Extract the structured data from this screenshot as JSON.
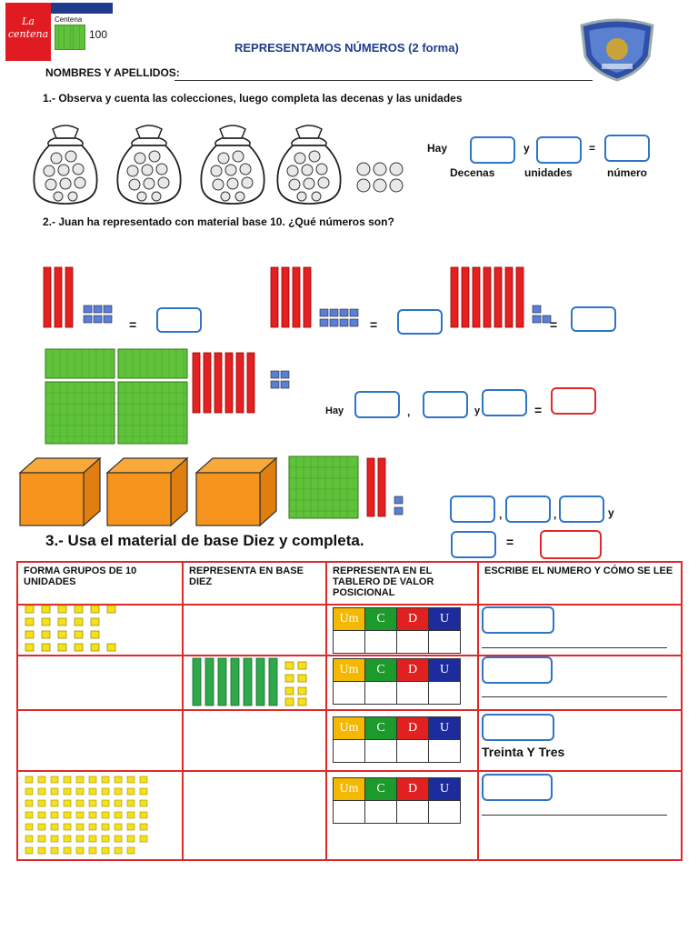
{
  "logo": {
    "line1": "La",
    "line2": "centena",
    "card_label": "Centena",
    "card_value": "100"
  },
  "title": "REPRESENTAMOS NÚMEROS (2 forma)",
  "names_label": "NOMBRES Y APELLIDOS:",
  "q1": {
    "text": "1.- Observa y cuenta las colecciones, luego completa las decenas y las unidades",
    "hay": "Hay",
    "y": "y",
    "eq": "=",
    "decenas": "Decenas",
    "unidades": "unidades",
    "numero": "número"
  },
  "q2": {
    "text": "2.- Juan ha representado con material base 10. ¿Qué números son?",
    "eq": "=",
    "hay": "Hay",
    "comma": ",",
    "y": "y"
  },
  "q3": {
    "text": "3.-  Usa el material de base Diez y completa.",
    "comma": ",",
    "y": "y",
    "eq": "="
  },
  "table": {
    "headers": [
      "FORMA GRUPOS DE 10 UNIDADES",
      "REPRESENTA EN BASE DIEZ",
      "REPRESENTA EN EL TABLERO DE VALOR POSICIONAL",
      "ESCRIBE EL NUMERO Y CÓMO SE LEE"
    ],
    "place_values": [
      "Um",
      "C",
      "D",
      "U"
    ],
    "row3_text": "Treinta Y Tres"
  },
  "colors": {
    "um": "#f5b800",
    "c": "#1c9a2c",
    "d": "#e0211f",
    "u": "#1c2c9c",
    "box_blue": "#2e75c8",
    "box_red": "#e02a2a"
  }
}
